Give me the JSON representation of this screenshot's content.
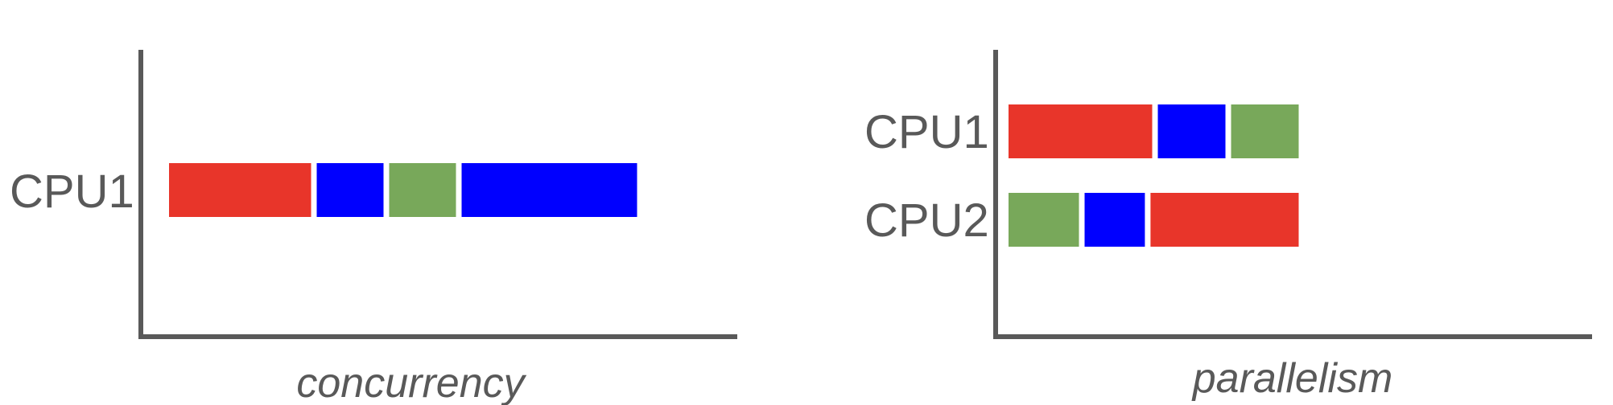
{
  "colors": {
    "red": "#e8352a",
    "blue": "#0000ff",
    "green": "#78a85a",
    "axis": "#595959",
    "text": "#595959"
  },
  "panels": [
    {
      "caption": "concurrency",
      "rows": [
        {
          "label": "CPU1",
          "tasks": [
            {
              "color": "red",
              "start": 0,
              "duration": 2
            },
            {
              "color": "blue",
              "start": 2,
              "duration": 1
            },
            {
              "color": "green",
              "start": 3,
              "duration": 1
            },
            {
              "color": "blue",
              "start": 4,
              "duration": 2.5
            }
          ]
        }
      ]
    },
    {
      "caption": "parallelism",
      "rows": [
        {
          "label": "CPU1",
          "tasks": [
            {
              "color": "red",
              "start": 0,
              "duration": 2
            },
            {
              "color": "blue",
              "start": 2,
              "duration": 1
            },
            {
              "color": "green",
              "start": 3,
              "duration": 1
            }
          ]
        },
        {
          "label": "CPU2",
          "tasks": [
            {
              "color": "green",
              "start": 0,
              "duration": 1
            },
            {
              "color": "blue",
              "start": 1,
              "duration": 0.9
            },
            {
              "color": "red",
              "start": 1.9,
              "duration": 2.1
            }
          ]
        }
      ]
    }
  ]
}
